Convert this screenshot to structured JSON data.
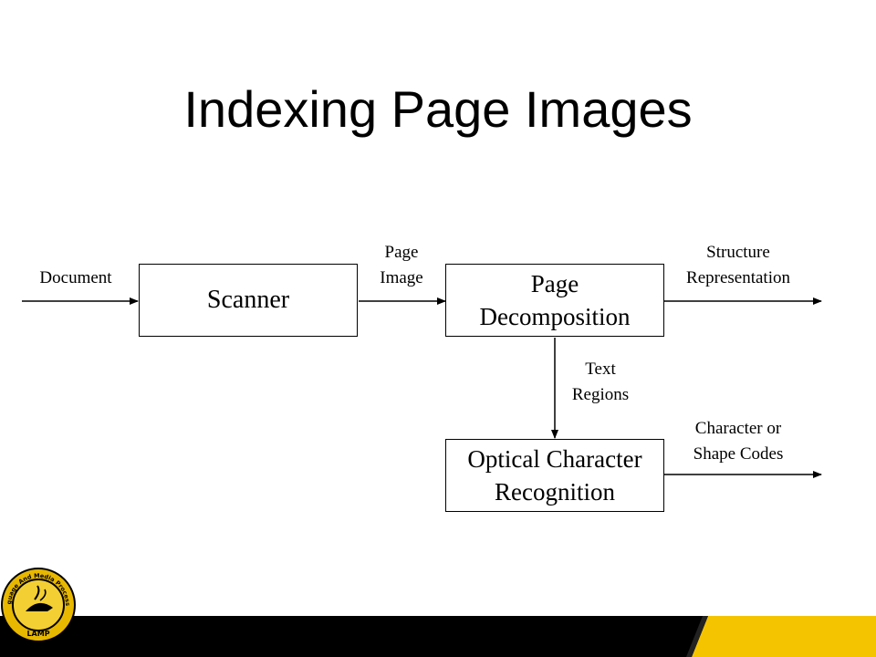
{
  "title": "Indexing Page Images",
  "boxes": {
    "scanner": "Scanner",
    "page_decomposition": {
      "line1": "Page",
      "line2": "Decomposition"
    },
    "ocr": {
      "line1": "Optical Character",
      "line2": "Recognition"
    }
  },
  "labels": {
    "document": "Document",
    "page_image": {
      "line1": "Page",
      "line2": "Image"
    },
    "structure_representation": {
      "line1": "Structure",
      "line2": "Representation"
    },
    "text_regions": {
      "line1": "Text",
      "line2": "Regions"
    },
    "character_shape_codes": {
      "line1": "Character or",
      "line2": "Shape Codes"
    }
  },
  "logo": {
    "top_text": "Language And Media Processing",
    "bottom_text": "LAMP"
  },
  "colors": {
    "footer_bar": "#000000",
    "footer_accent": "#f5c400",
    "logo_ring": "#e8b800"
  }
}
